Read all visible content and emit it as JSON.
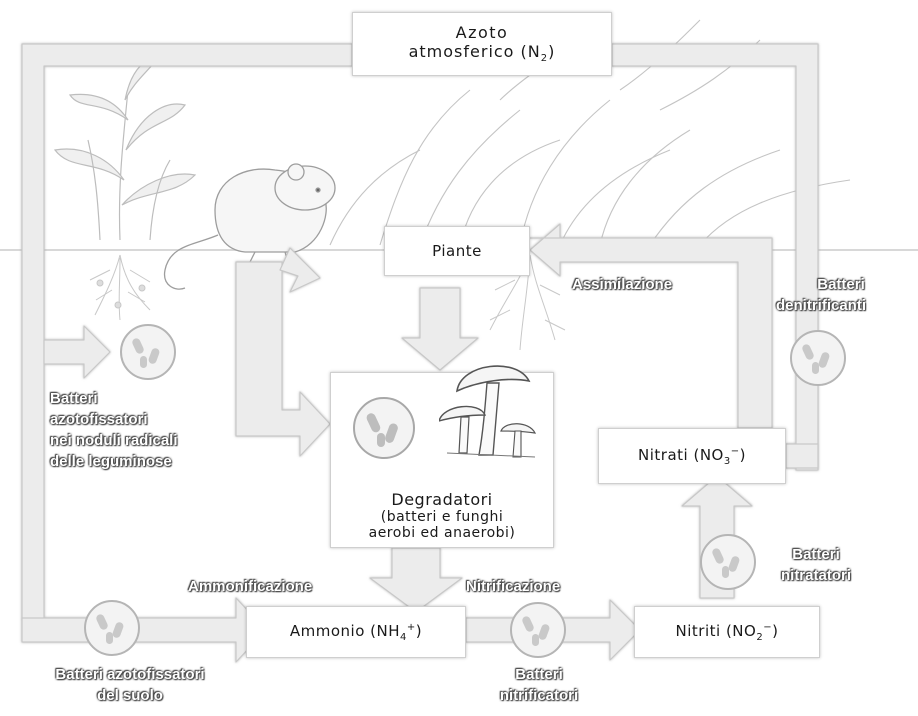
{
  "nodes": {
    "atmospheric": {
      "line1": "Azoto",
      "line2": "atmosferico (N",
      "sub": "2",
      "close": ")"
    },
    "plants": {
      "label": "Piante"
    },
    "decomposers": {
      "title": "Degradatori",
      "desc1": "(batteri e funghi",
      "desc2": "aerobi ed anaerobi)"
    },
    "ammonium": {
      "text": "Ammonio (NH",
      "sub": "4",
      "sup": "+",
      "close": ")"
    },
    "nitrites": {
      "text": "Nitriti (NO",
      "sub": "2",
      "sup": "−",
      "close": ")"
    },
    "nitrates": {
      "text": "Nitrati (NO",
      "sub": "3",
      "sup": "−",
      "close": ")"
    }
  },
  "labels": {
    "assimilation": "Assimilazione",
    "denitrifying": [
      "Batteri",
      "denitrificanti"
    ],
    "legume_fixers": [
      "Batteri",
      "azotofissatori",
      "nei noduli radicali",
      "delle leguminose"
    ],
    "ammonification": "Ammonificazione",
    "nitrification": "Nitrificazione",
    "nitrifying": [
      "Batteri",
      "nitrificatori"
    ],
    "nitrate_bacteria": [
      "Batteri",
      "nitratatori"
    ],
    "soil_fixers": [
      "Batteri azotofissatori",
      "del suolo"
    ]
  },
  "icons": [
    "bacteria-icon",
    "mushroom-icon",
    "mouse-icon",
    "plant-icon",
    "root-icon"
  ],
  "colors": {
    "arrow": "#ececec",
    "arrow_edge": "#c8c8c8",
    "label_outline": "#444444",
    "ground": "#d8d8d8"
  }
}
